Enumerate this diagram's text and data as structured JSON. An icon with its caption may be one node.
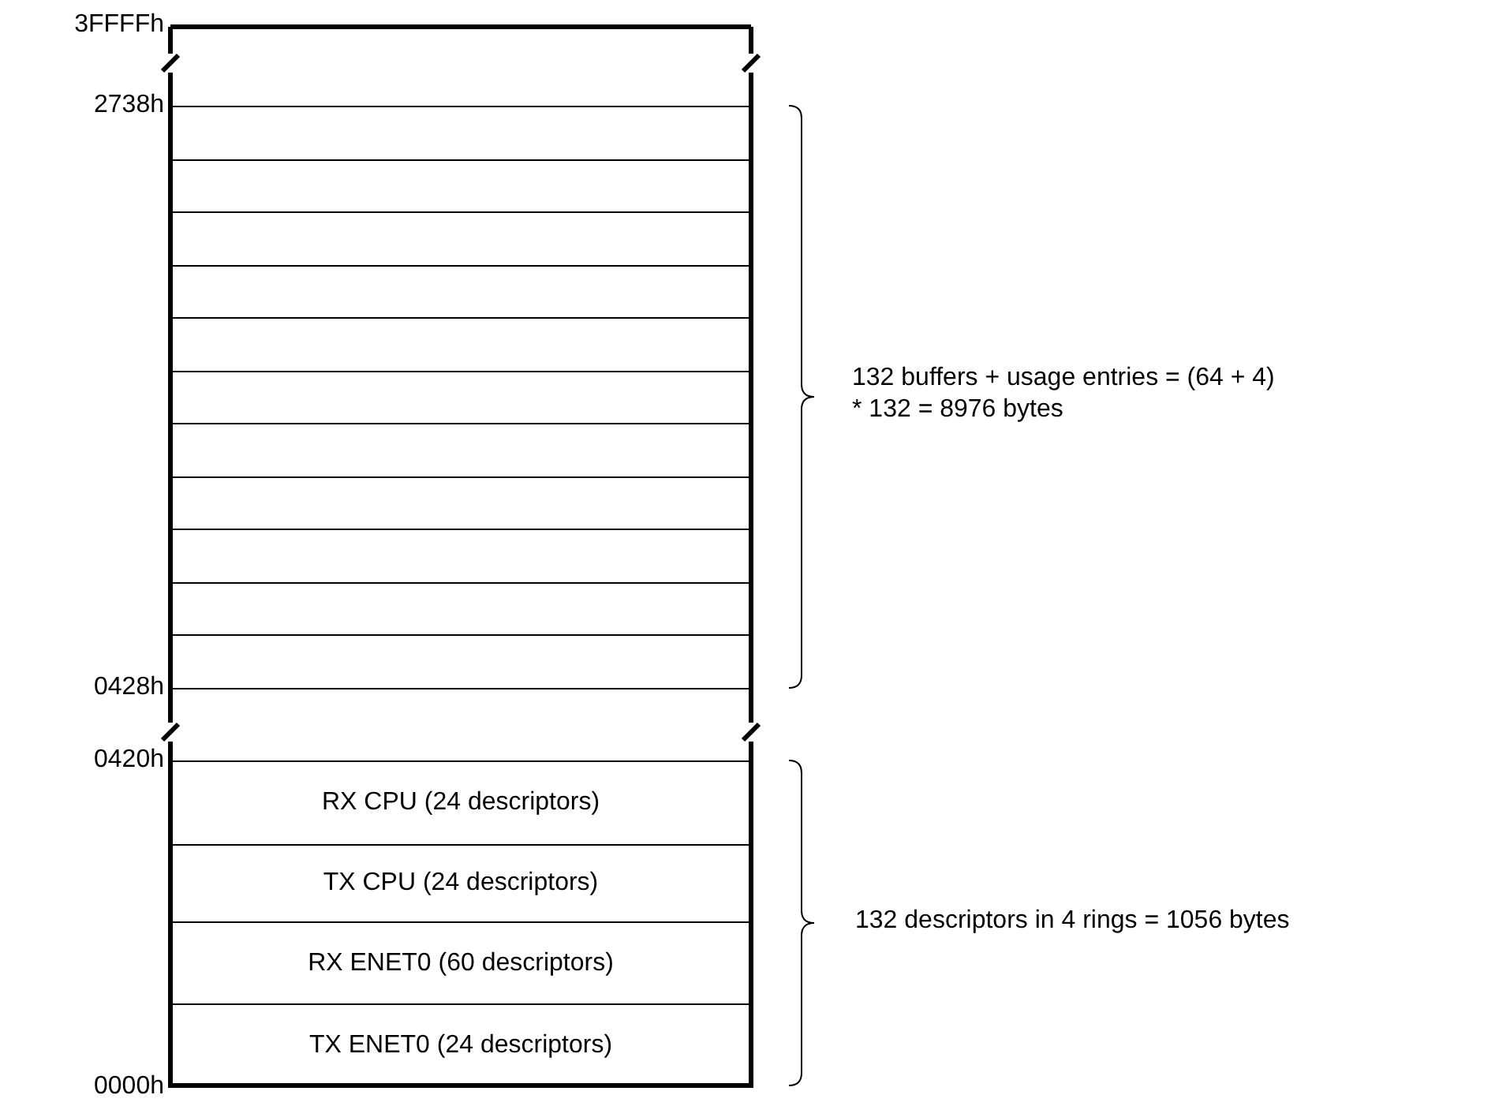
{
  "diagram": {
    "nodes": [
      {
        "text": [],
        "shape": "box"
      },
      {
        "text": [],
        "shape": "box"
      },
      {
        "text": [],
        "shape": "box"
      },
      {
        "text": [],
        "shape": "box"
      },
      {
        "text": [],
        "shape": "box"
      },
      {
        "text": [],
        "shape": "box"
      },
      {
        "text": [],
        "shape": "box"
      },
      {
        "text": [],
        "shape": "box"
      },
      {
        "text": [],
        "shape": "box"
      },
      {
        "text": [],
        "shape": "box"
      },
      {
        "text": [],
        "shape": "box"
      },
      {
        "text": [
          "RX CPU (24 descriptors)"
        ]
      },
      {
        "text": [
          "TX CPU (24 descriptors)"
        ]
      },
      {
        "text": [
          "RX ENET0 (60 descriptors)"
        ]
      },
      {
        "text": [
          "TX ENET0 (24 descriptors)"
        ]
      }
    ],
    "labels": [
      "3FFFFh",
      "2738h",
      "132 buffers + usage entries = (64 + 4) * 132 = 8976 bytes",
      "0428h",
      "0420h",
      "132 descriptors in 4 rings = 1056 bytes",
      "0000h"
    ]
  }
}
